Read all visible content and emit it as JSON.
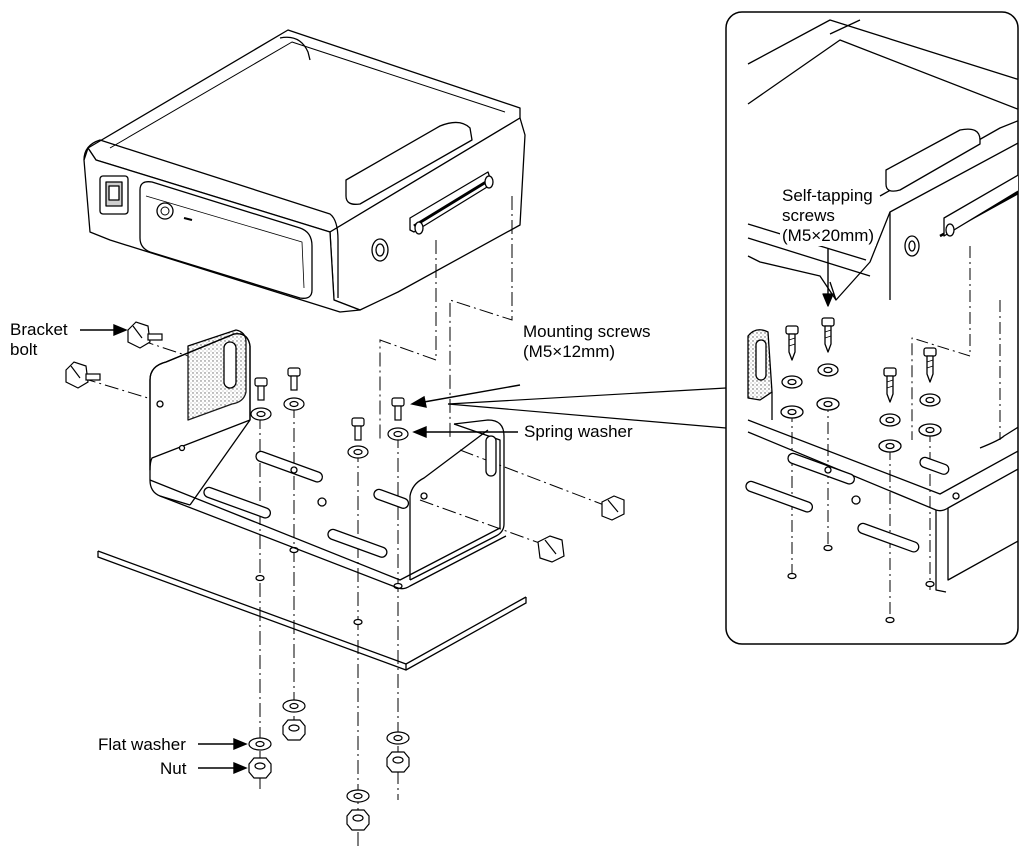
{
  "labels": {
    "bracket_bolt_line1": "Bracket",
    "bracket_bolt_line2": "bolt",
    "mounting_screws_line1": "Mounting screws",
    "mounting_screws_line2": "(M5×12mm)",
    "spring_washer": "Spring washer",
    "flat_washer": "Flat washer",
    "nut": "Nut",
    "self_tapping_line1": "Self-tapping",
    "self_tapping_line2": "screws",
    "self_tapping_line3": "(M5×20mm)"
  },
  "colors": {
    "line": "#000000",
    "fill_light": "#ffffff",
    "fill_shade": "#d9d9d9",
    "fill_dark": "#8c8c8c"
  }
}
